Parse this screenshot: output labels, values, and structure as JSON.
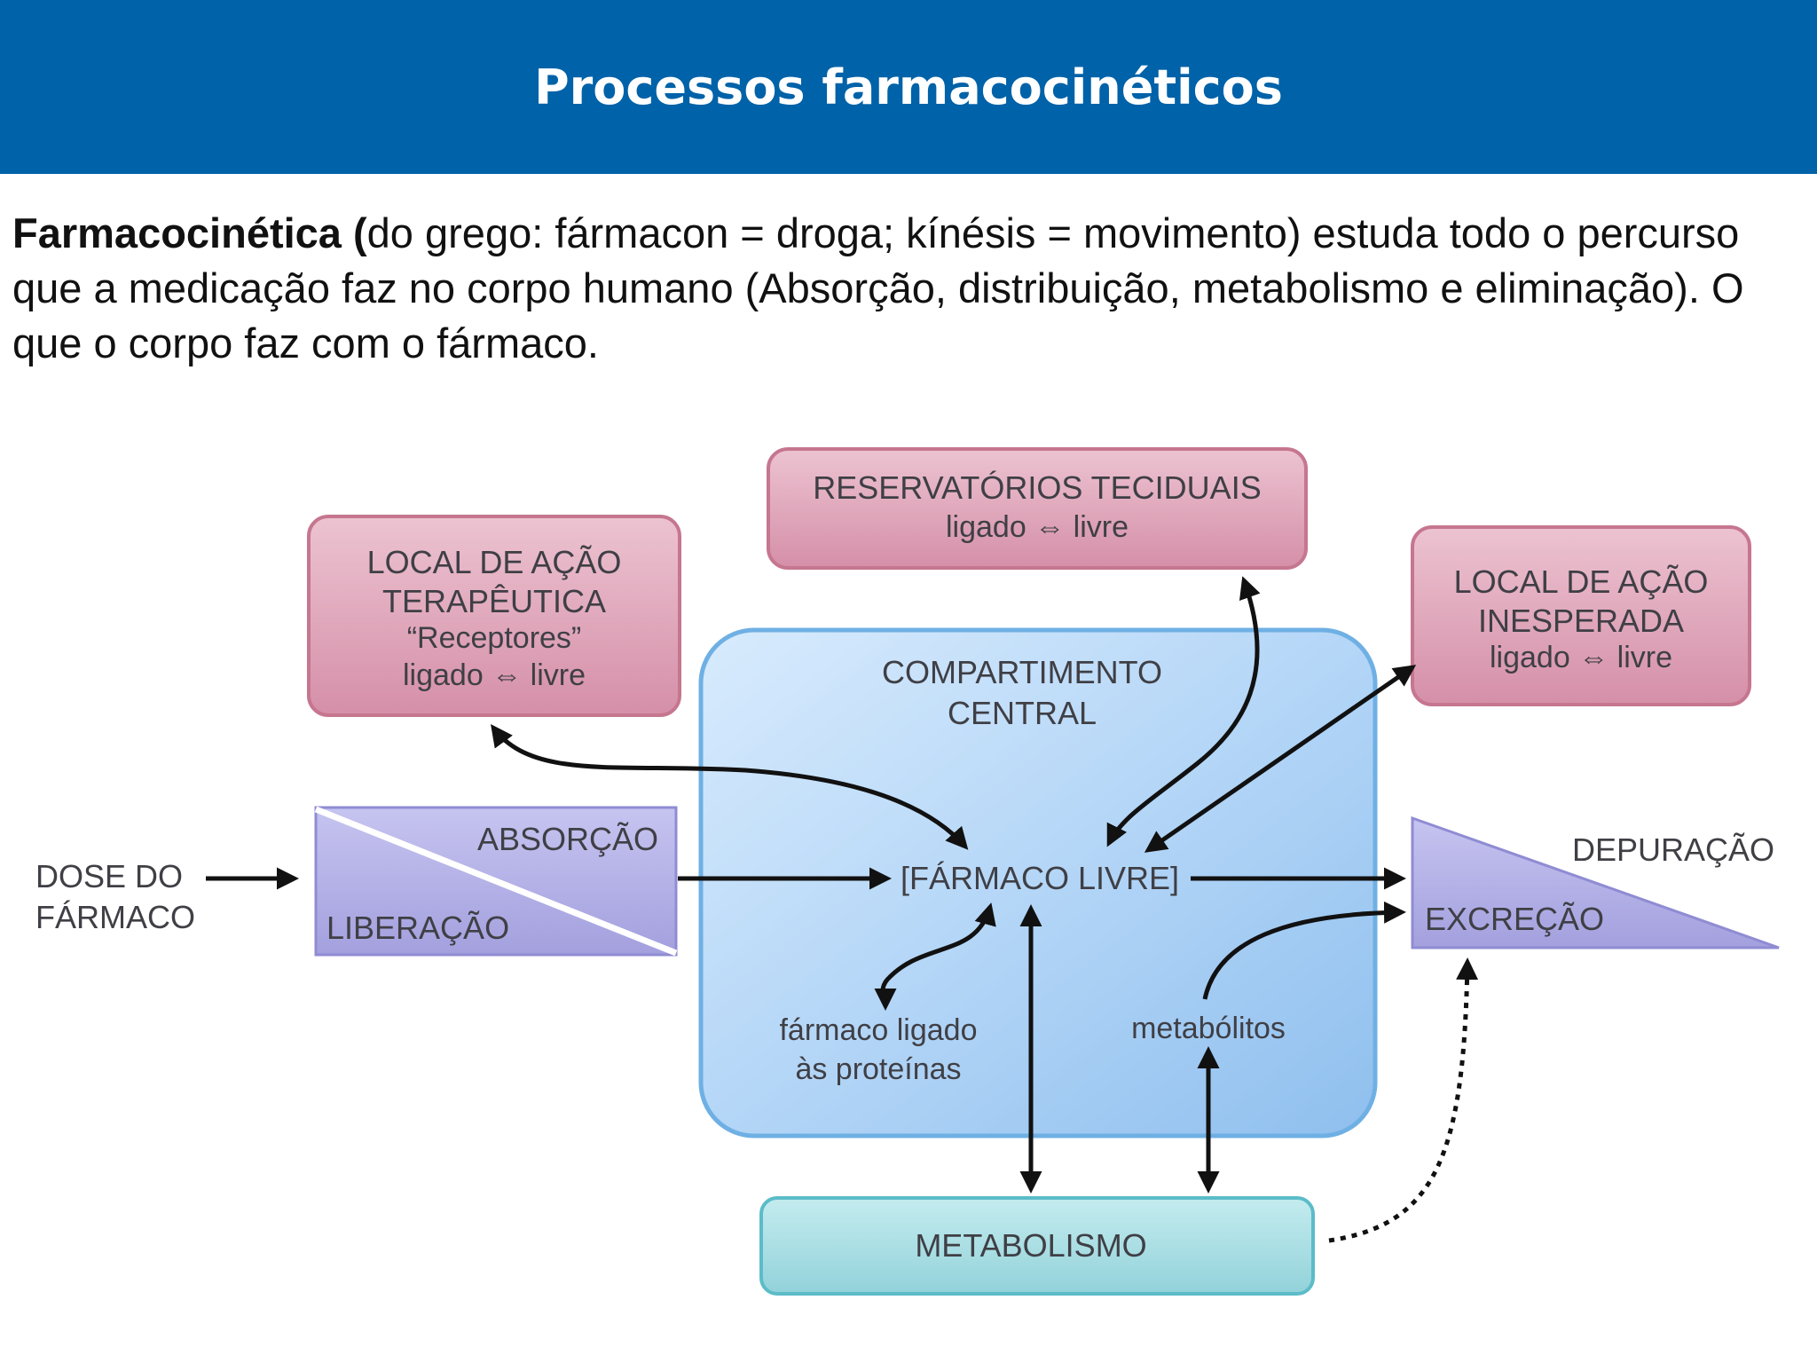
{
  "slide": {
    "title": "Processos farmacocinéticos",
    "intro": {
      "term": "Farmacocinética",
      "open_paren": " (",
      "etymology": "do grego: fármacon = droga; kínésis = movimento)",
      "rest": " estuda todo o percurso que a medicação faz no corpo humano (Absorção, distribuição, metabolismo e eliminação). O que o corpo faz com o fármaco."
    }
  },
  "diagram": {
    "reservoirs": {
      "line1": "RESERVATÓRIOS TECIDUAIS",
      "line2": "ligado ⇔ livre"
    },
    "therapeutic_site": {
      "line1": "LOCAL DE AÇÃO",
      "line2": "TERAPÊUTICA",
      "line3": "“Receptores”",
      "line4": "ligado ⇔ livre"
    },
    "unexpected_site": {
      "line1": "LOCAL DE AÇÃO",
      "line2": "INESPERADA",
      "line3": "ligado ⇔ livre"
    },
    "central": {
      "line1": "COMPARTIMENTO",
      "line2": "CENTRAL"
    },
    "free_drug": "[FÁRMACO LIVRE]",
    "dose": {
      "line1": "DOSE DO",
      "line2": "FÁRMACO"
    },
    "absorption": "ABSORÇÃO",
    "liberation": "LIBERAÇÃO",
    "clearance": "DEPURAÇÃO",
    "excretion": "EXCREÇÃO",
    "bound_drug": {
      "line1": "fármaco ligado",
      "line2": "às proteínas"
    },
    "metabolites": "metabólitos",
    "metabolism": "METABOLISMO",
    "colors": {
      "header_bg": "#0062a8",
      "pink_box": "#e0a9bc",
      "blue_compartment": "#a9cff3",
      "purple_shape": "#b2b0e6",
      "teal_box": "#a9dfe5"
    }
  }
}
